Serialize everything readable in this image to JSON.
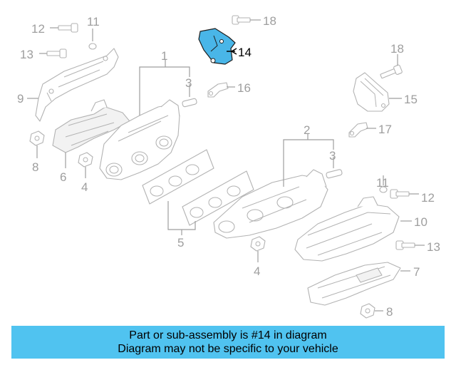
{
  "diagram": {
    "highlight_color": "#49b6e8",
    "callout_color": "#9e9e9e",
    "highlighted_callout": "14",
    "callouts": {
      "c1": "1",
      "c2": "2",
      "c3a": "3",
      "c3b": "3",
      "c4a": "4",
      "c4b": "4",
      "c5": "5",
      "c6": "6",
      "c7": "7",
      "c8a": "8",
      "c8b": "8",
      "c9": "9",
      "c10": "10",
      "c11a": "11",
      "c11b": "11",
      "c12a": "12",
      "c12b": "12",
      "c13a": "13",
      "c13b": "13",
      "c14": "14",
      "c15": "15",
      "c16": "16",
      "c17": "17",
      "c18a": "18",
      "c18b": "18"
    }
  },
  "banner": {
    "background": "#50c3f0",
    "line1": "Part or sub-assembly is #14 in diagram",
    "line2": "Diagram may not be specific to your vehicle"
  }
}
